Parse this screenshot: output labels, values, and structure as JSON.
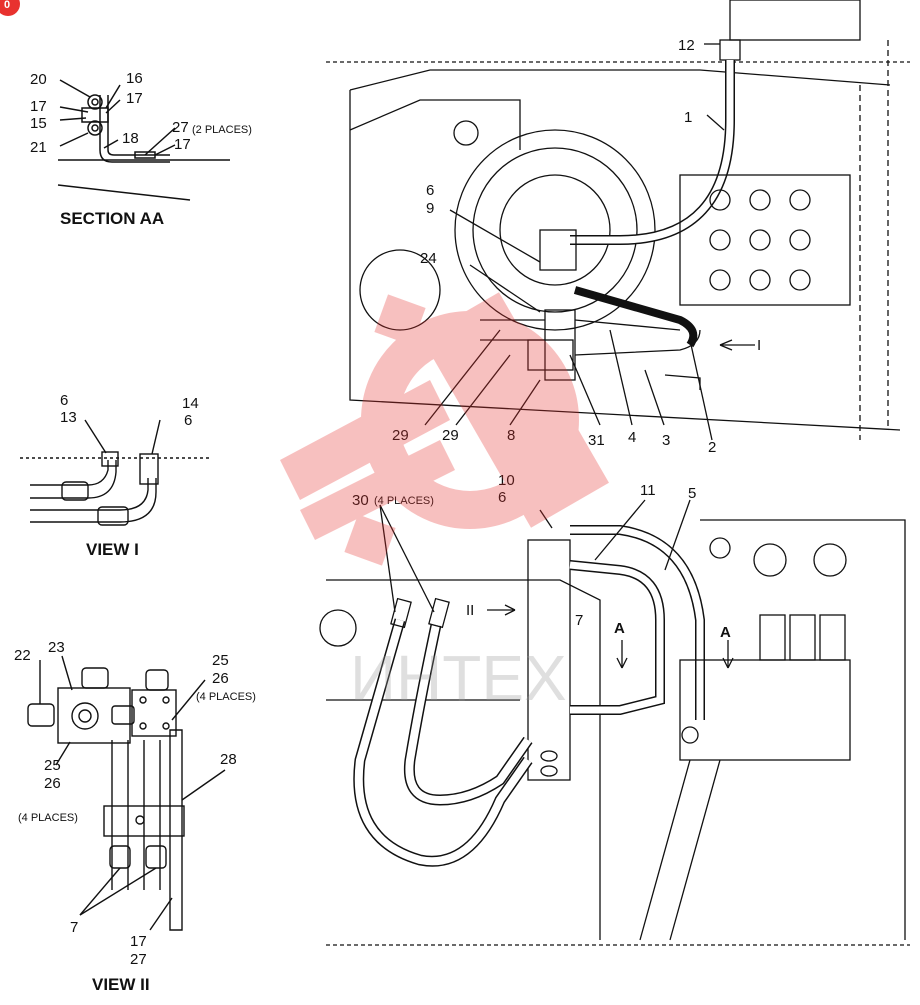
{
  "badge": "0",
  "watermark_text": "ИНТЕХ",
  "views": {
    "section_aa": "SECTION AA",
    "view_i": "VIEW I",
    "view_ii": "VIEW II",
    "section_aa_callouts": [
      "20",
      "17",
      "15",
      "21",
      "16",
      "17",
      "18",
      "27",
      "17"
    ],
    "section_aa_note": "(2 PLACES)",
    "view_i_callouts": [
      "6",
      "13",
      "14",
      "6"
    ],
    "view_ii_callouts": [
      "22",
      "23",
      "25",
      "26",
      "25",
      "26",
      "28",
      "7",
      "17",
      "27"
    ],
    "view_ii_notes": [
      "(4 PLACES)",
      "(4 PLACES)"
    ]
  },
  "upper_callouts": [
    "12",
    "1",
    "6",
    "9",
    "24",
    "29",
    "29",
    "8",
    "31",
    "4",
    "3",
    "2",
    "I"
  ],
  "lower_callouts": [
    "10",
    "6",
    "11",
    "5",
    "30",
    "7",
    "A",
    "A",
    "II"
  ],
  "lower_note": "(4 PLACES)",
  "colors": {
    "line": "#111111",
    "watermark": "#e8322f",
    "badge": "#e8322f"
  }
}
